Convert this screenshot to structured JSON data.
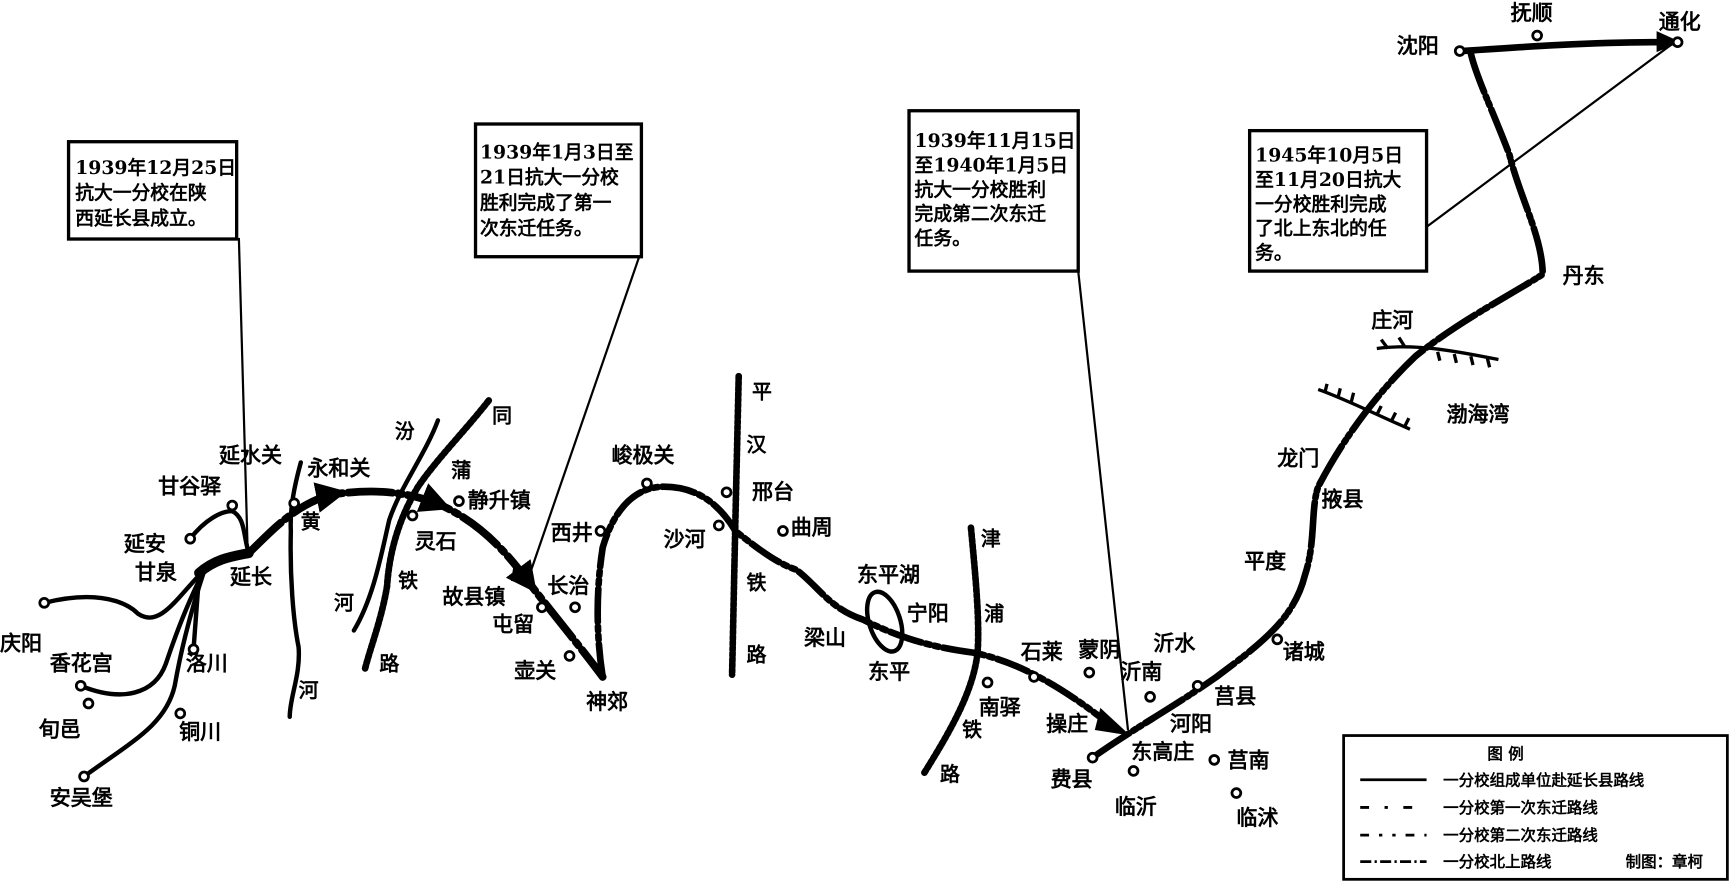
{
  "callouts": [
    {
      "lines": [
        "1939年12月25日",
        "抗大一分校在陕",
        "西延长县成立。"
      ]
    },
    {
      "lines": [
        "1939年1月3日至",
        "21日抗大一分校",
        "胜利完成了第一",
        "次东迁任务。"
      ]
    },
    {
      "lines": [
        "1939年11月15日",
        "至1940年1月5日",
        "抗大一分校胜利",
        "完成第二次东迁",
        "任务。"
      ]
    },
    {
      "lines": [
        "1945年10月5日",
        "至11月20日抗大",
        "一分校胜利完成",
        "了北上东北的任",
        "务。"
      ]
    }
  ],
  "places": {
    "yanan": "延安",
    "ganguyi": "甘谷驿",
    "yanshuiguan": "延水关",
    "yongheguan": "永和关",
    "ganquan": "甘泉",
    "yanchang": "延长",
    "qingyang": "庆阳",
    "luochuan": "洛川",
    "xianghuagong": "香花宫",
    "xunyi": "旬邑",
    "tongchuan": "铜川",
    "anwubao": "安吴堡",
    "jingshengzhen": "静升镇",
    "lingshi": "灵石",
    "guxianzhen": "故县镇",
    "tunliu": "屯留",
    "changzhi": "长治",
    "huguan": "壶关",
    "xijing": "西井",
    "shenjiao": "神郊",
    "junjiguan": "峻极关",
    "shahe": "沙河",
    "xingtai": "邢台",
    "quzhou": "曲周",
    "dongpinghu": "东平湖",
    "ningyang": "宁阳",
    "liangshan": "梁山",
    "dongping": "东平",
    "shilai": "石莱",
    "mengyin": "蒙阴",
    "nanyi": "南驿",
    "yinan": "沂南",
    "yishui": "沂水",
    "caozhuang": "操庄",
    "donggaozhuang": "东高庄",
    "heyang": "河阳",
    "juxian": "莒县",
    "zhucheng": "诸城",
    "feixian": "费县",
    "linyi": "临沂",
    "junan": "莒南",
    "linshu": "临沭",
    "pingdu": "平度",
    "yexian": "掖县",
    "longmen": "龙门",
    "zhuanghe": "庄河",
    "bohaiwan": "渤海湾",
    "dandong": "丹东",
    "shenyang": "沈阳",
    "fushun": "抚顺",
    "tonghua": "通化"
  },
  "features": {
    "huanghe": [
      "黄",
      "河",
      "河"
    ],
    "fenhe": [
      "汾",
      "河"
    ],
    "tongpu": [
      "同",
      "蒲",
      "铁",
      "路"
    ],
    "pinghan": [
      "平",
      "汉",
      "铁",
      "路"
    ],
    "jinpu": [
      "津",
      "浦",
      "铁",
      "路"
    ]
  },
  "legend": {
    "title": "图  例",
    "items": [
      "一分校组成单位赴延长县路线",
      "一分校第一次东迁路线",
      "一分校第二次东迁路线",
      "一分校北上路线"
    ],
    "credit": "制图：章柯"
  }
}
